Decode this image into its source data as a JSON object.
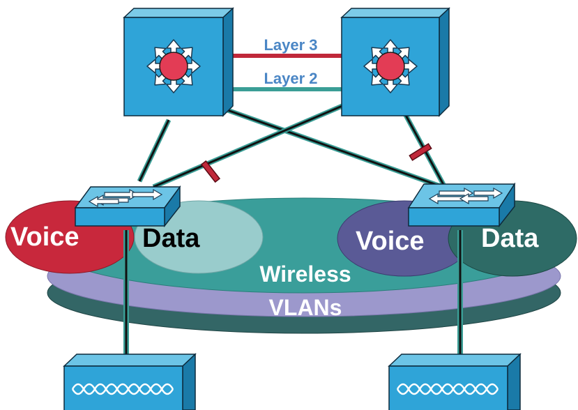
{
  "labels": {
    "layer3": "Layer 3",
    "layer2": "Layer 2",
    "voice_left": "Voice",
    "data_left": "Data",
    "voice_right": "Voice",
    "data_right": "Data",
    "wireless": "Wireless",
    "vlans": "VLANs"
  },
  "colors": {
    "switch_blue": "#2fa4d8",
    "layer3_link": "#c0283a",
    "layer2_link": "#3a9e96",
    "voice_left": "#c8283c",
    "data_left": "#99cccc",
    "voice_right": "#5a5a96",
    "data_right": "#2e6b66",
    "wireless_top": "#3a9e9a",
    "wireless_mid": "#9c98cc",
    "wireless_bottom": "#336666",
    "router_center": "#e33c55",
    "label_blue": "#4a86c5"
  }
}
